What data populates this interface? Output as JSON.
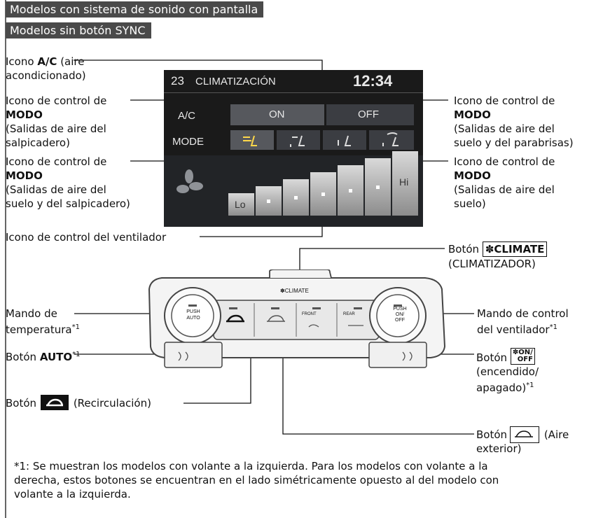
{
  "header": {
    "tag1": "Modelos con sistema de sonido con pantalla",
    "tag2": "Modelos sin botón SYNC"
  },
  "screen": {
    "number": "23",
    "title": "CLIMATIZACIÓN",
    "time": "12:34",
    "ac_label": "A/C",
    "on_label": "ON",
    "off_label": "OFF",
    "mode_label": "MODE",
    "fan_lo": "Lo",
    "fan_hi": "Hi"
  },
  "panel": {
    "climate_label": "CLIMATE",
    "push_auto_top": "PUSH",
    "push_auto_bottom": "AUTO",
    "push_onoff_top": "PUSH",
    "push_onoff_mid": "ON/",
    "push_onoff_bottom": "OFF",
    "front_label": "FRONT",
    "rear_label": "REAR"
  },
  "labels": {
    "ac_icon_pre": "Icono ",
    "ac_icon_bold": "A/C",
    "ac_icon_post": " (aire",
    "ac_icon_line2": "acondicionado)",
    "mode1_line1": "Icono de control de",
    "mode1_line2": "MODO",
    "mode1_line3": "(Salidas de aire del",
    "mode1_line4": "salpicadero)",
    "mode2_line1": "Icono de control de",
    "mode2_line2": "MODO",
    "mode2_line3": "(Salidas de aire del",
    "mode2_line4": "suelo y del salpicadero)",
    "mode3_line1": "Icono de control de",
    "mode3_line2": "MODO",
    "mode3_line3": "(Salidas de aire del",
    "mode3_line4": "suelo y del parabrisas)",
    "mode4_line1": "Icono de control de",
    "mode4_line2": "MODO",
    "mode4_line3": "(Salidas de aire del",
    "mode4_line4": "suelo)",
    "fan_icon": "Icono de control del ventilador",
    "climate_btn_pre": "Botón",
    "climate_btn_key": "CLIMATE",
    "climate_btn_line2": "(CLIMATIZADOR)",
    "temp_line1": "Mando de",
    "temp_line2": "temperatura",
    "auto_pre": "Botón ",
    "auto_bold": "AUTO",
    "fanknob_line1": "Mando de control",
    "fanknob_line2": "del ventilador",
    "onoff_pre": "Botón",
    "onoff_line2": "(encendido/",
    "onoff_line3": "apagado)",
    "recirc_pre": "Botón",
    "recirc_post": "(Recirculación)",
    "fresh_pre": "Botón",
    "fresh_post": "(Aire",
    "fresh_line2": "exterior)",
    "footnote_mark": "*1"
  },
  "footnote": {
    "line1": "*1: Se muestran los modelos con volante a la izquierda. Para los modelos con volante a la",
    "line2": "derecha, estos botones se encuentran en el lado simétricamente opuesto al del modelo con",
    "line3": "volante a la izquierda."
  }
}
